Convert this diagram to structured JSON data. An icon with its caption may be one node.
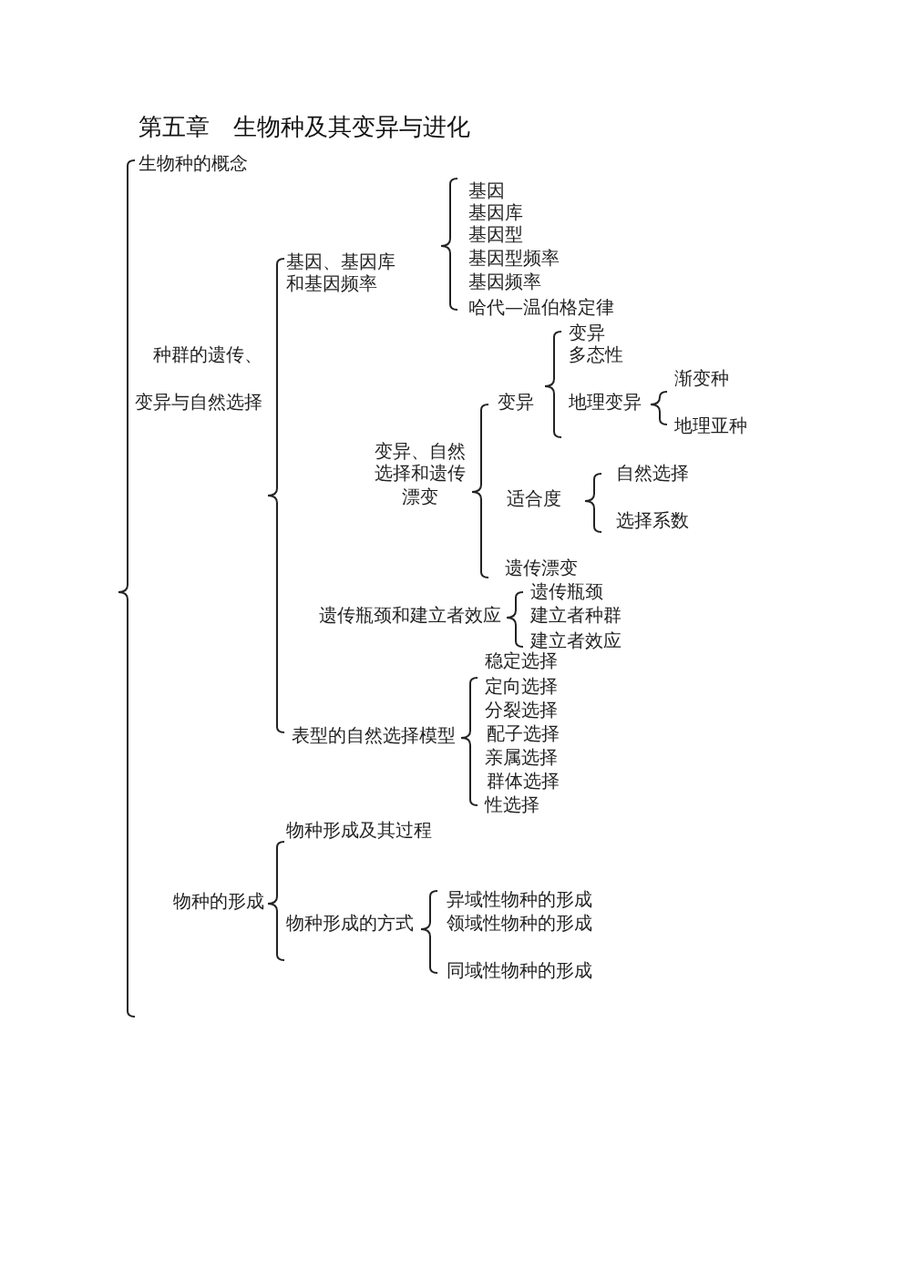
{
  "diagram": {
    "title": "第五章　生物种及其变异与进化",
    "labels": [
      "生物种的概念",
      "种群的遗传、变异与自然选择",
      "基因、基因库和基因频率",
      "基因",
      "基因库",
      "基因型",
      "基因型频率",
      "基因频率",
      "哈代—温伯格定律",
      "变异、自然选择和遗传漂变",
      "变异",
      "变异",
      "多态性",
      "地理变异",
      "渐变种",
      "地理亚种",
      "适合度",
      "自然选择",
      "选择系数",
      "遗传漂变",
      "遗传瓶颈和建立者效应",
      "遗传瓶颈",
      "建立者种群",
      "建立者效应",
      "表型的自然选择模型",
      "稳定选择",
      "定向选择",
      "分裂选择",
      "配子选择",
      "亲属选择",
      "群体选择",
      "性选择",
      "物种的形成",
      "物种形成及其过程",
      "物种形成的方式",
      "异域性物种的形成",
      "领域性物种的形成",
      "同域性物种的形成"
    ]
  }
}
